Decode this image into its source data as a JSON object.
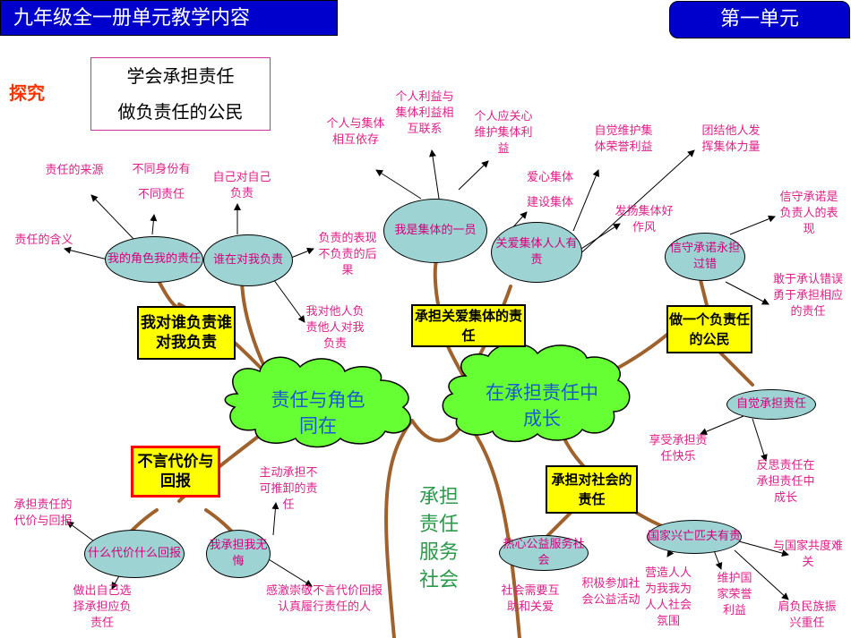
{
  "header": {
    "title": "九年级全一册单元教学内容",
    "unit": "第一单元"
  },
  "explore_label": "探究",
  "topic": {
    "line1": "学会承担责任",
    "line2": "做负责任的公民"
  },
  "clouds": {
    "left": "责任与角色同在",
    "right": "在承担责任中成长"
  },
  "trunk_text": "承担责任服务社会",
  "yellow_boxes": {
    "who_responsible": "我对谁负责谁对我负责",
    "collective": "承担关爱集体的责任",
    "citizen": "做一个负责任的公民",
    "no_words": "不言代价与回报",
    "society": "承担对社会的责任"
  },
  "ellipses": {
    "my_role": "我的角色我的责任",
    "who_for_me": "谁在对我负责",
    "member": "我是集体的一员",
    "care_collective": "关爱集体人人有责",
    "promise": "信守承诺永担过错",
    "self_aware": "自觉承担责任",
    "cost": "什么代价什么回报",
    "no_regret": "我承担我无悔",
    "public_good": "热心公益服务社会",
    "nation": "国家兴亡匹夫有责"
  },
  "labels": {
    "source": "责任的来源",
    "identity": "不同身份有不同责任",
    "self_duty": "自己对自己负责",
    "meaning": "责任的含义",
    "performance": "负责的表现不负责的后果",
    "me_for_others": "我对他人负责他人对我负责",
    "interdependent": "个人与集体相互依存",
    "interest_link": "个人利益与集体利益相互联系",
    "care_interest": "个人应关心维护集体利益",
    "love_collective": "爱心集体",
    "build_collective": "建设集体",
    "honor": "自觉维护集体荣誉利益",
    "unite": "团结他人发挥集体力量",
    "carry_forward": "发扬集体好作风",
    "keep_promise": "信守承诺是负责人的表现",
    "admit_error": "敢于承认错误勇于承担相应的责任",
    "enjoy": "享受承担责任快乐",
    "reflect": "反思责任在承担责任中成长",
    "proactive": "主动承担不可推卸的责任",
    "price_return": "承担责任的代价与回报",
    "choose": "做出自己选择承担应负责任",
    "admire": "感激崇敬不言代价回报认真履行责任的人",
    "mutual_help": "社会需要互助和关爱",
    "participate": "积极参加社会公益活动",
    "everyone": "营造人人为我我为人人社会氛围",
    "honor_country": "维护国家荣誉利益",
    "hardship": "与国家共度难关",
    "mission": "肩负民族振兴重任"
  },
  "colors": {
    "header_bg": "#0000cc",
    "pink": "#e0208a",
    "ellipse": "#9ed3d4",
    "cloud": "#66ff33",
    "branch": "#a0622d",
    "yellow": "#ffff00"
  }
}
